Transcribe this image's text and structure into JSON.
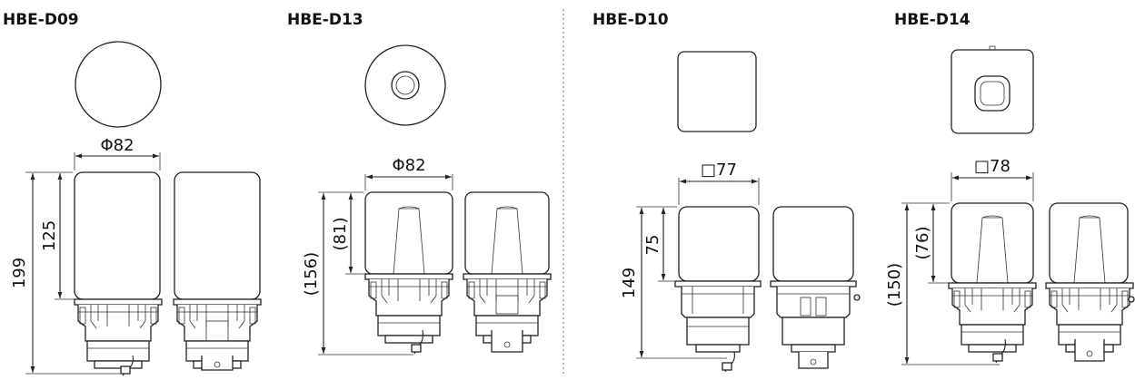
{
  "models": [
    {
      "name": "HBE-D09",
      "width_label": "Φ82",
      "overall_label": "199",
      "body_label": "125"
    },
    {
      "name": "HBE-D13",
      "width_label": "Φ82",
      "overall_label": "(156)",
      "body_label": "(81)"
    },
    {
      "name": "HBE-D10",
      "width_label": "□77",
      "overall_label": "149",
      "body_label": "75"
    },
    {
      "name": "HBE-D14",
      "width_label": "□78",
      "overall_label": "(150)",
      "body_label": "(76)"
    }
  ]
}
